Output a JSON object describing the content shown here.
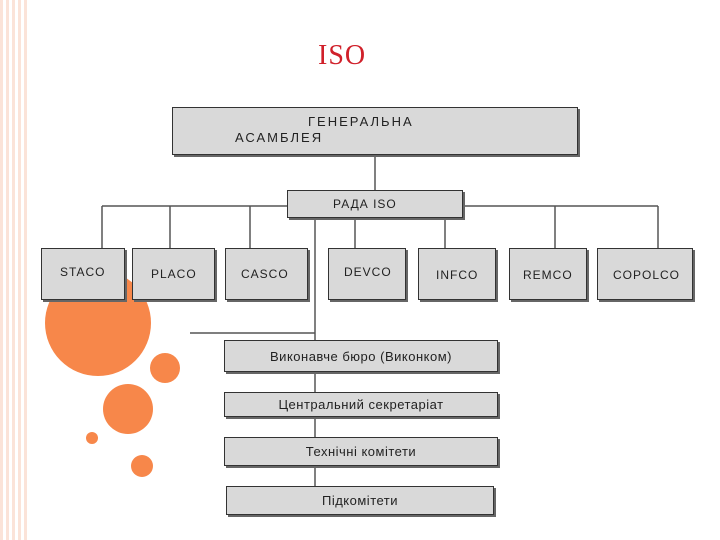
{
  "title": "ISO",
  "general_assembly": {
    "line1": "ГЕНЕРАЛЬНА",
    "line2": "АСАМБЛЕЯ"
  },
  "council": "РАДА ISO",
  "committees": [
    "STACO",
    "PLACO",
    "CASCO",
    "DEVCO",
    "INFCO",
    "REMCO",
    "COPOLCO"
  ],
  "executive_bureau": "Виконавче бюро (Виконком)",
  "central_secretariat": "Центральний секретаріат",
  "technical_committees": "Технічні комітети",
  "subcommittees": "Підкомітети",
  "colors": {
    "accent": "#f7874a",
    "title": "#d0202a",
    "box_fill": "#d9d9d9"
  }
}
